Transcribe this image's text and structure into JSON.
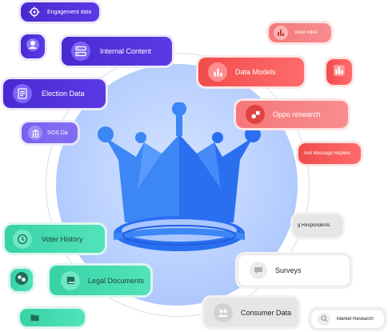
{
  "pills": {
    "engagement_data": "Engagement data",
    "internal_content": "Internal Content",
    "election_data": "Election Data",
    "sos_data": "SOS Da",
    "voter_history": "Voter History",
    "legal_documents": "Legal Documents",
    "voter_roles": "Voter roles",
    "data_models": "Data Models",
    "oppo_research": "Oppo research",
    "text_message_replies": "Text Message Replies",
    "respondents": "g Respondents",
    "surveys": "Surveys",
    "consumer_data": "Consumer Data",
    "market_research": "Market Research"
  },
  "colors": {
    "purple": "#4a2ad0",
    "red": "#f14c4c",
    "green": "#38d2a7",
    "crown_blue": "#3c86f5"
  },
  "icons": [
    "gear-icon",
    "user-icon",
    "server-icon",
    "document-list-icon",
    "building-icon",
    "history-icon",
    "people-icon",
    "book-icon",
    "folder-icon",
    "bar-chart-icon",
    "shapes-icon",
    "chat-icon",
    "search-icon",
    "crown-icon"
  ]
}
